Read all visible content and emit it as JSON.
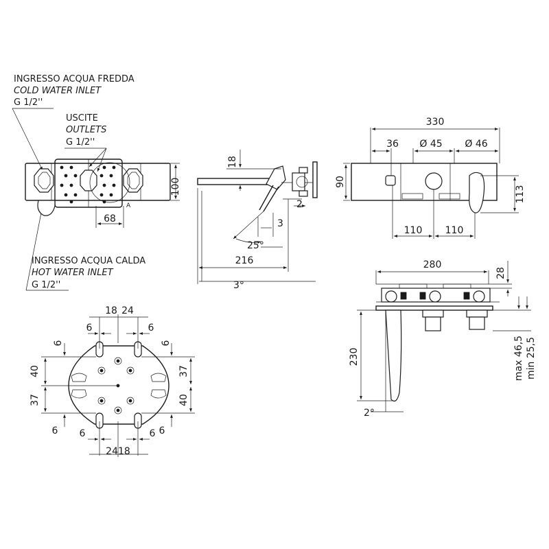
{
  "labels": {
    "cold": {
      "it": "INGRESSO ACQUA FREDDA",
      "en": "COLD WATER INLET",
      "thread": "G 1/2''"
    },
    "outlets": {
      "it": "USCITE",
      "en": "OUTLETS",
      "thread": "G 1/2''"
    },
    "hot": {
      "it": "INGRESSO ACQUA CALDA",
      "en": "HOT WATER INLET",
      "thread": "G 1/2''"
    },
    "detail_marker": "A"
  },
  "front_view": {
    "height": "100",
    "offset": "68"
  },
  "side_view": {
    "d18": "18",
    "d2": "2",
    "d3": "3",
    "angle25": "25°",
    "length": "216",
    "angle3": "3°"
  },
  "plate_view": {
    "width": "330",
    "d36": "36",
    "dia45": "Ø 45",
    "dia46": "Ø 46",
    "h90": "90",
    "h113": "113",
    "left110": "110",
    "right110": "110"
  },
  "top_view": {
    "width": "280",
    "d28": "28",
    "h230": "230",
    "max": "max 46,5",
    "min": "min 25,5",
    "angle2": "2°"
  },
  "detail_view": {
    "top18": "18",
    "top24": "24",
    "t6a": "6",
    "t6b": "6",
    "t6c": "6",
    "t6d": "6",
    "l40": "40",
    "l37": "37",
    "r37": "37",
    "r40": "40",
    "b6a": "6",
    "b6b": "6",
    "b6c": "6",
    "b6d": "6",
    "bottom": "2418"
  }
}
